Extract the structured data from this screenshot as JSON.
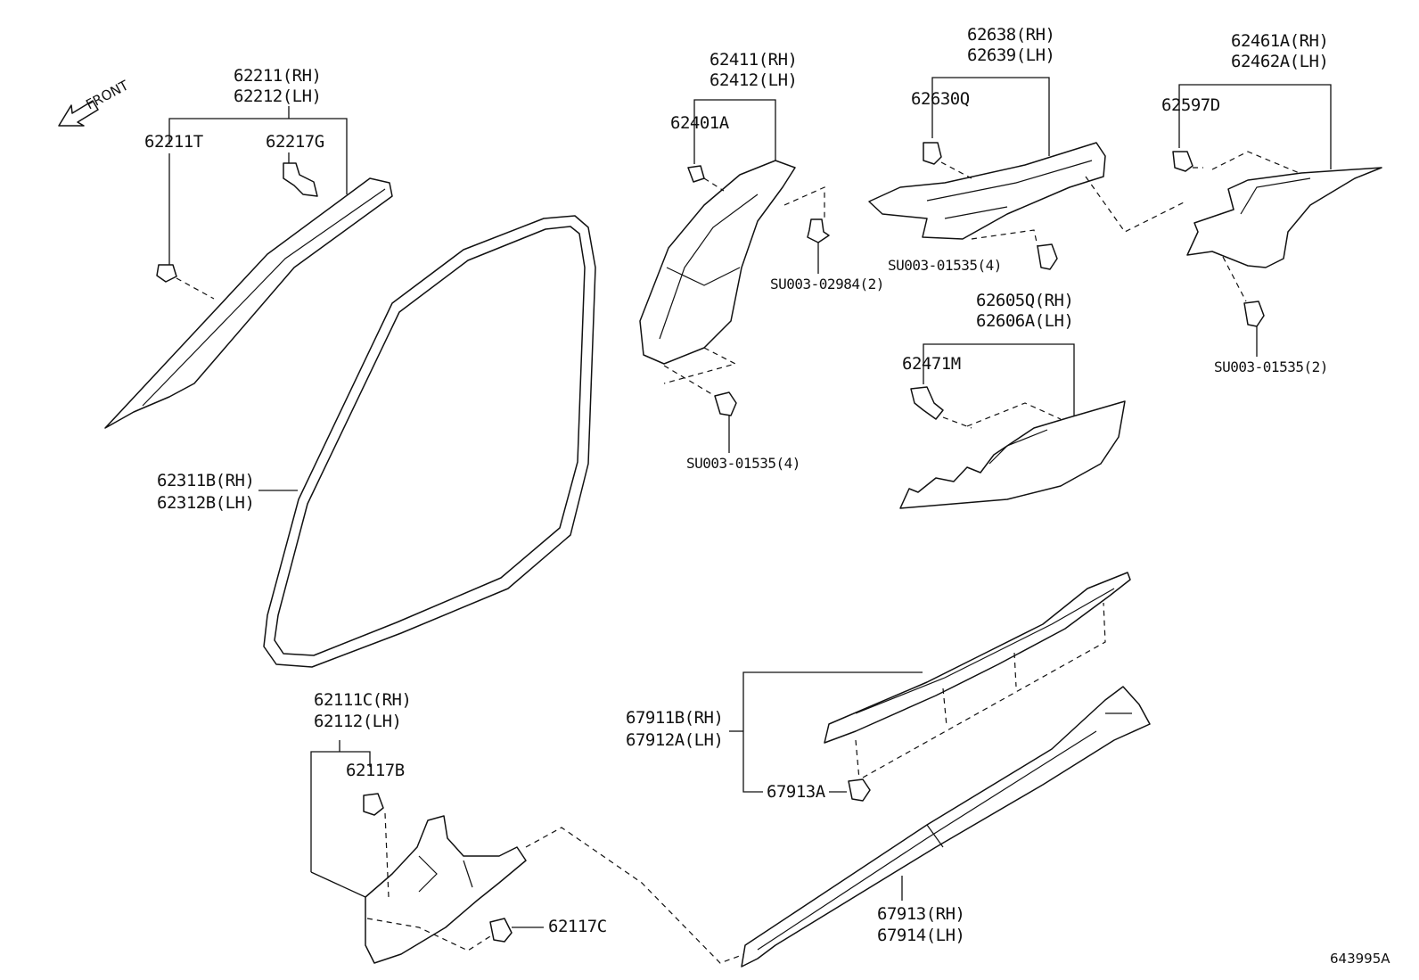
{
  "orientation": "FRONT",
  "drawing_number": "643995A",
  "callouts": {
    "a_pillar_rh": "62211(RH)",
    "a_pillar_lh": "62212(LH)",
    "a_pillar_clip": "62211T",
    "a_pillar_clip2": "62217G",
    "weatherstrip_rh": "62311B(RH)",
    "weatherstrip_lh": "62312B(LH)",
    "b_pillar_upper_rh": "62411(RH)",
    "b_pillar_upper_lh": "62412(LH)",
    "b_pillar_clip": "62401A",
    "b_pillar_screw": "SU003-02984(2)",
    "b_pillar_bolt": "SU003-01535(4)",
    "quarter_upper_rh": "62638(RH)",
    "quarter_upper_lh": "62639(LH)",
    "quarter_upper_clip": "62630Q",
    "quarter_upper_bolt": "SU003-01535(4)",
    "rear_pillar_rh": "62461A(RH)",
    "rear_pillar_lh": "62462A(LH)",
    "rear_pillar_clip": "62597D",
    "rear_pillar_bolt": "SU003-01535(2)",
    "quarter_lower_rh": "62605Q(RH)",
    "quarter_lower_lh": "62606A(LH)",
    "quarter_lower_clip": "62471M",
    "cowl_rh": "62111C(RH)",
    "cowl_lh": "62112(LH)",
    "cowl_clip": "62117B",
    "cowl_clip2": "62117C",
    "scuff_rh": "67911B(RH)",
    "scuff_lh": "67912A(LH)",
    "scuff_clip": "67913A",
    "sill_rh": "67913(RH)",
    "sill_lh": "67914(LH)"
  }
}
